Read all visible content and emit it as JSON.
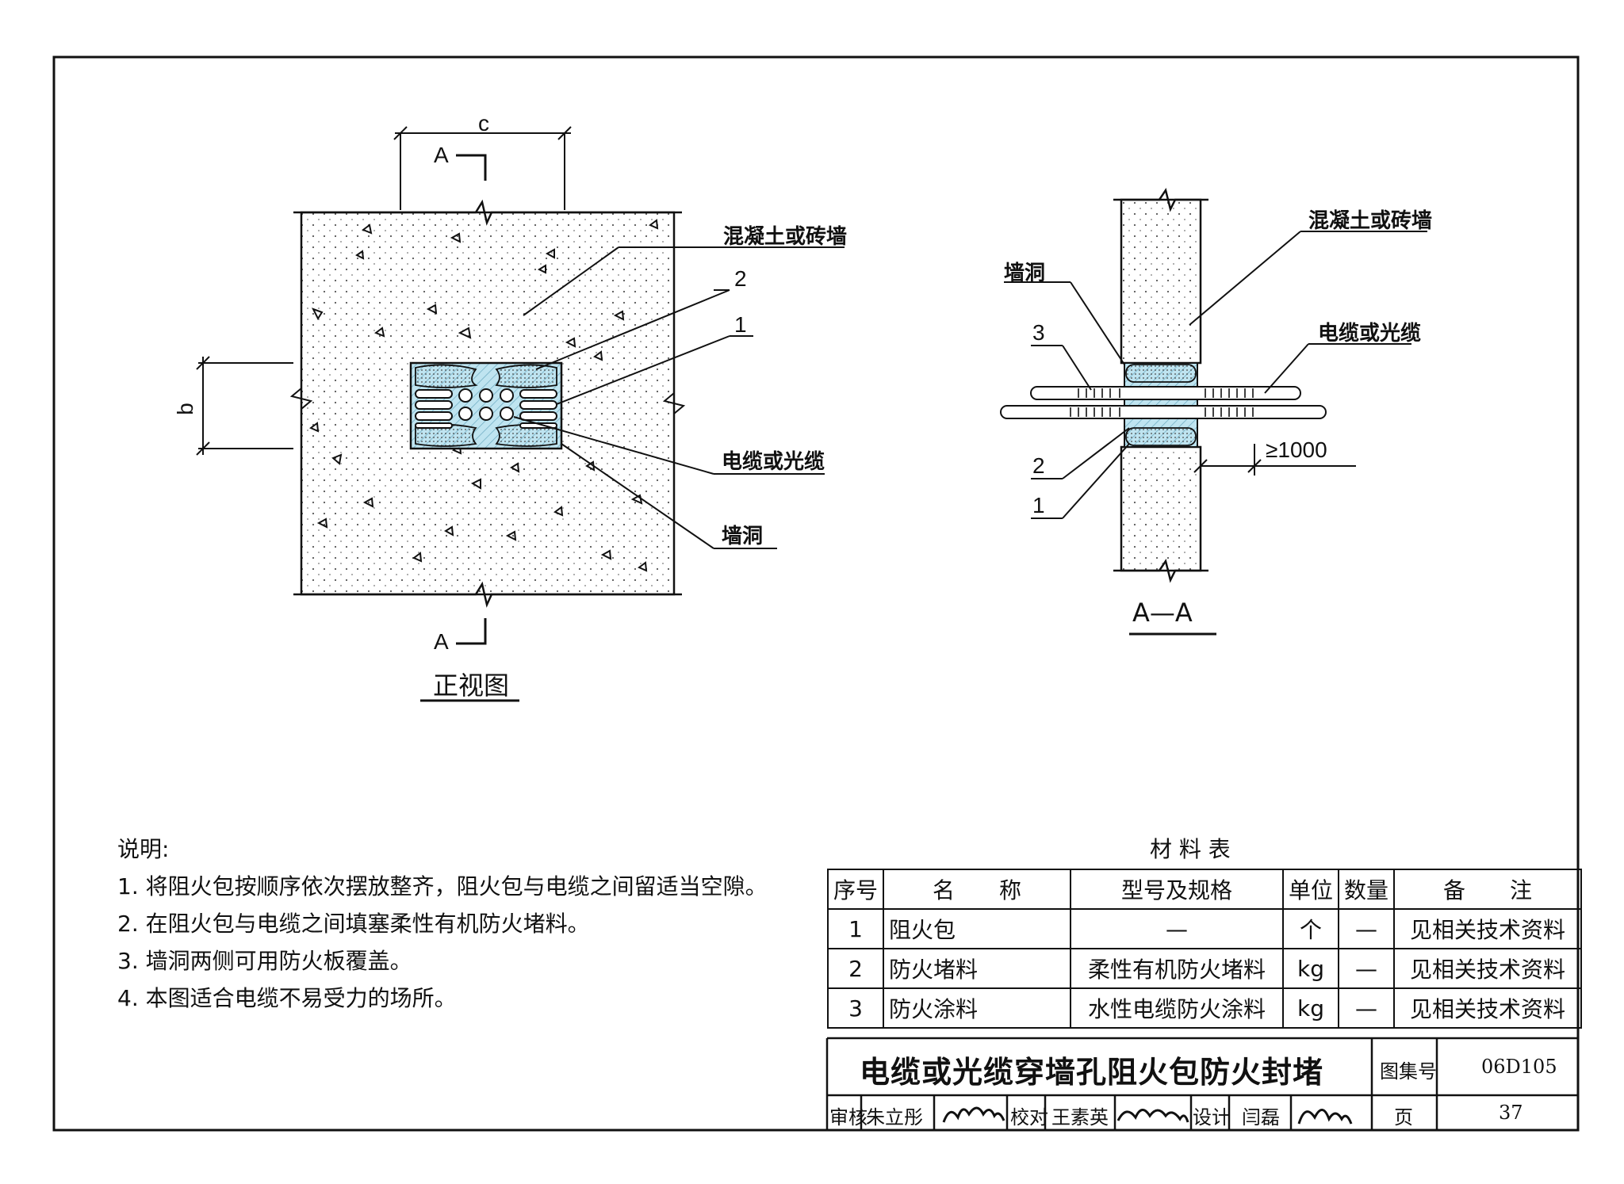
{
  "front_view": {
    "dim_c": "c",
    "dim_b": "b",
    "section_mark_top": "A",
    "section_mark_bottom": "A",
    "label_wall": "混凝土或砖墙",
    "label_2": "2",
    "label_1": "1",
    "label_cable": "电缆或光缆",
    "label_hole": "墙洞",
    "caption": "正视图"
  },
  "section_view": {
    "label_wall": "混凝土或砖墙",
    "label_hole": "墙洞",
    "label_cable": "电缆或光缆",
    "label_3": "3",
    "label_2": "2",
    "label_1": "1",
    "dim_1000": "≥1000",
    "caption": "A—A"
  },
  "notes": {
    "title": "说明:",
    "items": [
      "1.  将阻火包按顺序依次摆放整齐，阻火包与电缆之间留适当空隙。",
      "2.  在阻火包与电缆之间填塞柔性有机防火堵料。",
      "3.  墙洞两侧可用防火板覆盖。",
      "4.  本图适合电缆不易受力的场所。"
    ]
  },
  "material_table": {
    "title": "材 料 表",
    "headers": [
      "序号",
      "名　　称",
      "型号及规格",
      "单位",
      "数量",
      "备　　注"
    ],
    "rows": [
      [
        "1",
        "阻火包",
        "—",
        "个",
        "—",
        "见相关技术资料"
      ],
      [
        "2",
        "防火堵料",
        "柔性有机防火堵料",
        "kg",
        "—",
        "见相关技术资料"
      ],
      [
        "3",
        "防火涂料",
        "水性电缆防火涂料",
        "kg",
        "—",
        "见相关技术资料"
      ]
    ]
  },
  "title_block": {
    "title": "电缆或光缆穿墙孔阻火包防火封堵",
    "atlas_label": "图集号",
    "atlas_no": "06D105",
    "page_label": "页",
    "page_no": "37",
    "review_label": "审核",
    "review_name": "朱立彤",
    "check_label": "校对",
    "check_name": "王素英",
    "design_label": "设计",
    "design_name": "闫磊"
  }
}
